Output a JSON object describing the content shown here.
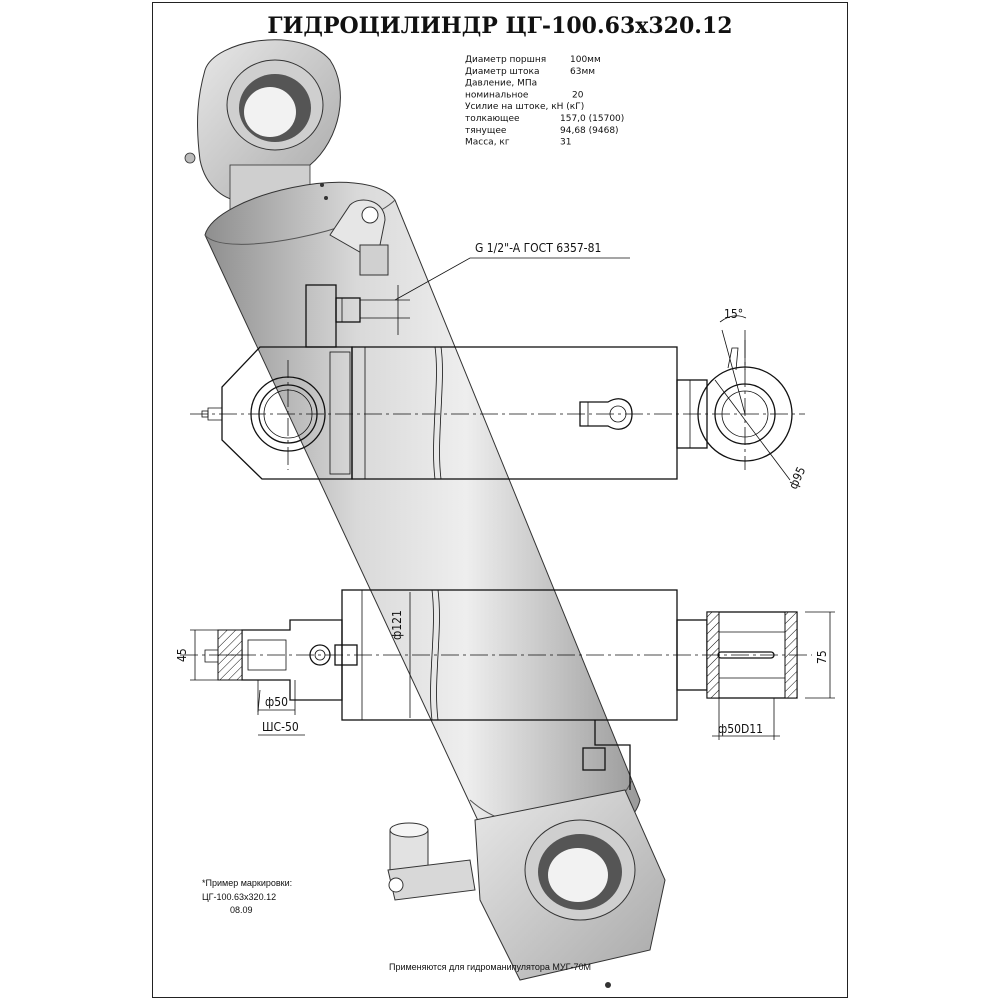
{
  "title": "ГИДРОЦИЛИНДР ЦГ-100.63х320.12",
  "specs": [
    {
      "label": "Диаметр поршня",
      "value": "100мм"
    },
    {
      "label": "Диаметр штока",
      "value": "63мм"
    },
    {
      "label": "Давление, МПа",
      "value": ""
    },
    {
      "label": "номинальное",
      "value": "20"
    },
    {
      "label": "Усилие на штоке, кН (кГ)",
      "value": ""
    },
    {
      "label": "толкающее",
      "value": "157,0 (15700)"
    },
    {
      "label": "тянущее",
      "value": "94,68 (9468)"
    },
    {
      "label": "Масса, кг",
      "value": "31"
    }
  ],
  "dimensions": {
    "thread": "G 1/2\"-A  ГОСТ 6357-81",
    "angle": "15°",
    "eye_dia": "ф95",
    "dia_121": "ф121",
    "h45": "45",
    "dia_50": "ф50",
    "bearing": "ШС-50",
    "h75": "75",
    "pin_dia": "ф50D11"
  },
  "marking": {
    "heading": "*Пример маркировки:",
    "code": "ЦГ-100.63х320.12",
    "date": "08.09"
  },
  "footer": "Применяются для гидроманипулятора МУГ-70М"
}
